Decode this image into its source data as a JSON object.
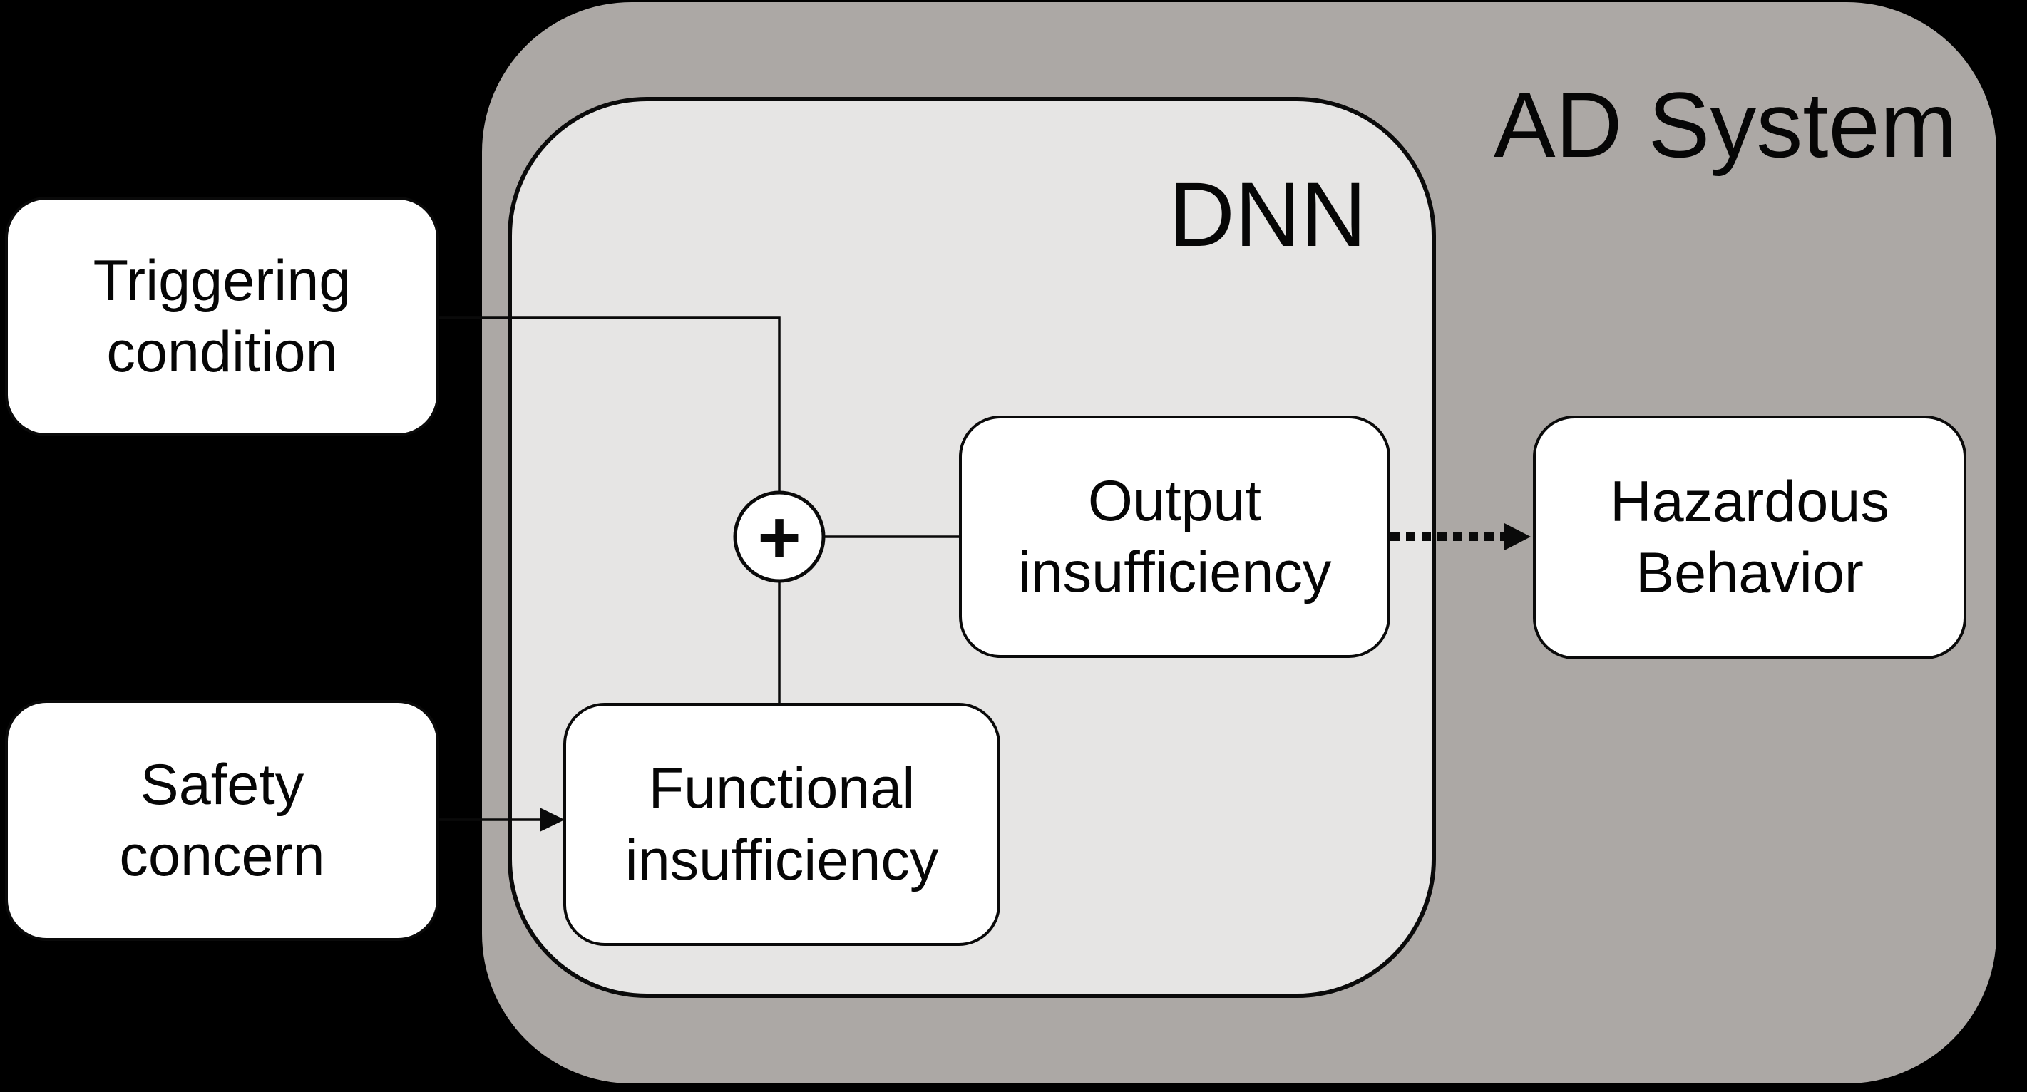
{
  "colors": {
    "background": "#000000",
    "ad_system_fill": "#ACA8A5",
    "dnn_fill": "#E6E5E4",
    "node_fill": "#FFFFFF",
    "line": "#0A0A0A",
    "text": "#060606"
  },
  "containers": {
    "ad_system": {
      "label": "AD System"
    },
    "dnn": {
      "label": "DNN"
    }
  },
  "nodes": {
    "triggering_condition": {
      "label": "Triggering\ncondition"
    },
    "safety_concern": {
      "label": "Safety\nconcern"
    },
    "functional_insufficiency": {
      "label": "Functional\ninsufficiency"
    },
    "output_insufficiency": {
      "label": "Output\ninsufficiency"
    },
    "hazardous_behavior": {
      "label": "Hazardous\nBehavior"
    }
  },
  "sum_operator": {
    "symbol": "+"
  },
  "edges": [
    {
      "from": "triggering_condition",
      "to": "sum_operator",
      "style": "solid",
      "arrowhead": false
    },
    {
      "from": "safety_concern",
      "to": "functional_insufficiency",
      "style": "solid",
      "arrowhead": true
    },
    {
      "from": "functional_insufficiency",
      "to": "sum_operator",
      "style": "solid",
      "arrowhead": false
    },
    {
      "from": "sum_operator",
      "to": "output_insufficiency",
      "style": "solid",
      "arrowhead": false
    },
    {
      "from": "output_insufficiency",
      "to": "hazardous_behavior",
      "style": "dotted",
      "arrowhead": true
    }
  ]
}
